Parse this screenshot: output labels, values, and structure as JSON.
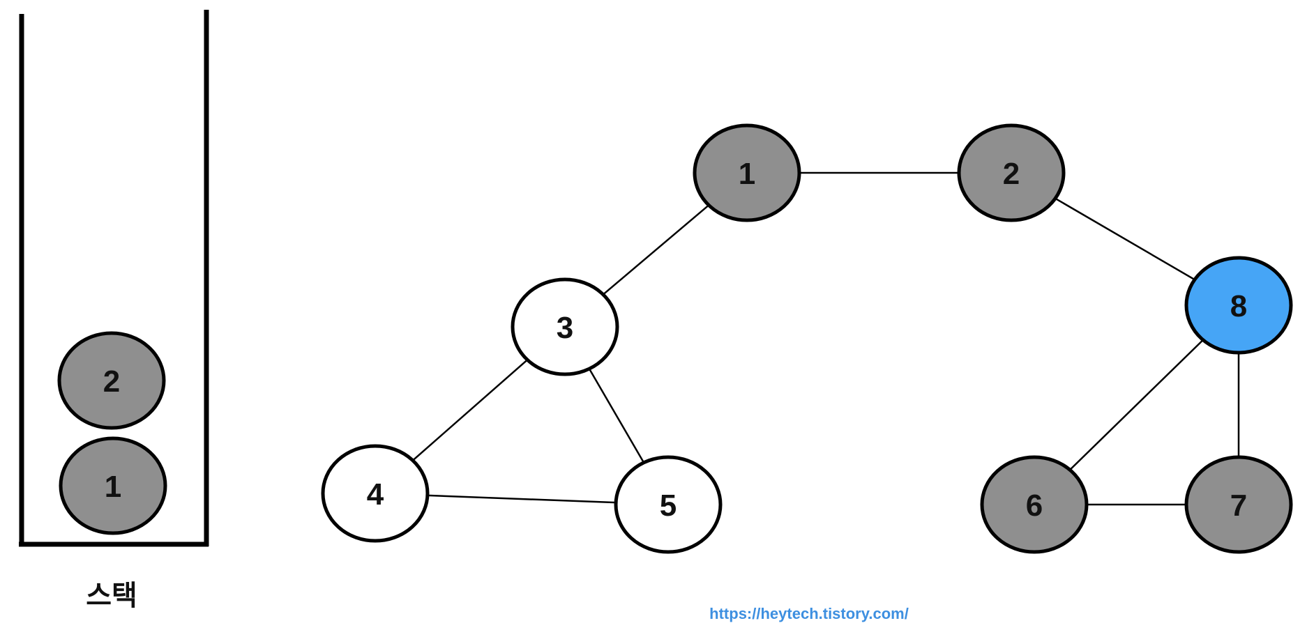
{
  "stack": {
    "label": "스택",
    "items": [
      {
        "label": "2",
        "state": "visited"
      },
      {
        "label": "1",
        "state": "visited"
      }
    ]
  },
  "graph": {
    "nodes": [
      {
        "id": "1",
        "label": "1",
        "state": "visited"
      },
      {
        "id": "2",
        "label": "2",
        "state": "visited"
      },
      {
        "id": "3",
        "label": "3",
        "state": "unvisited"
      },
      {
        "id": "4",
        "label": "4",
        "state": "unvisited"
      },
      {
        "id": "5",
        "label": "5",
        "state": "unvisited"
      },
      {
        "id": "6",
        "label": "6",
        "state": "visited"
      },
      {
        "id": "7",
        "label": "7",
        "state": "visited"
      },
      {
        "id": "8",
        "label": "8",
        "state": "current"
      }
    ],
    "edges": [
      [
        "1",
        "2"
      ],
      [
        "1",
        "3"
      ],
      [
        "2",
        "8"
      ],
      [
        "3",
        "4"
      ],
      [
        "3",
        "5"
      ],
      [
        "4",
        "5"
      ],
      [
        "8",
        "6"
      ],
      [
        "8",
        "7"
      ],
      [
        "6",
        "7"
      ]
    ]
  },
  "colors": {
    "visited": "#8f8f8f",
    "unvisited": "#ffffff",
    "current": "#46a5f6",
    "stroke": "#000000",
    "watermark": "#3d8fe0"
  },
  "watermark": "https://heytech.tistory.com/"
}
